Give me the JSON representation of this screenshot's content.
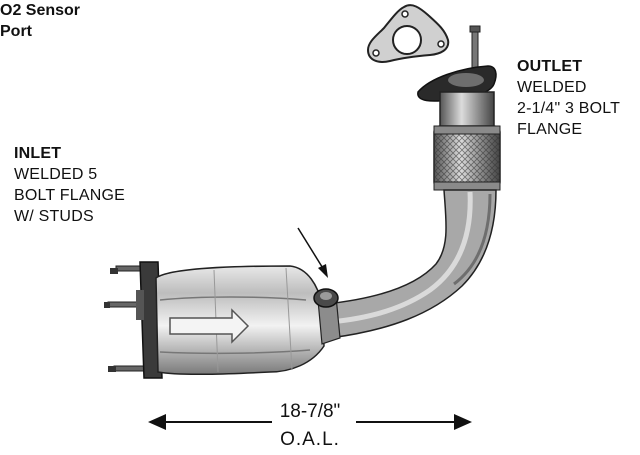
{
  "inlet": {
    "heading": "INLET",
    "lines": [
      "WELDED 5",
      "BOLT FLANGE",
      "W/ STUDS"
    ]
  },
  "outlet": {
    "heading": "OUTLET",
    "lines": [
      "WELDED",
      "2-1/4\" 3 BOLT",
      "FLANGE"
    ]
  },
  "sensor": {
    "lines": [
      "O2 Sensor",
      "Port"
    ]
  },
  "dimension": {
    "value": "18-7/8\"",
    "unit": "O.A.L."
  }
}
